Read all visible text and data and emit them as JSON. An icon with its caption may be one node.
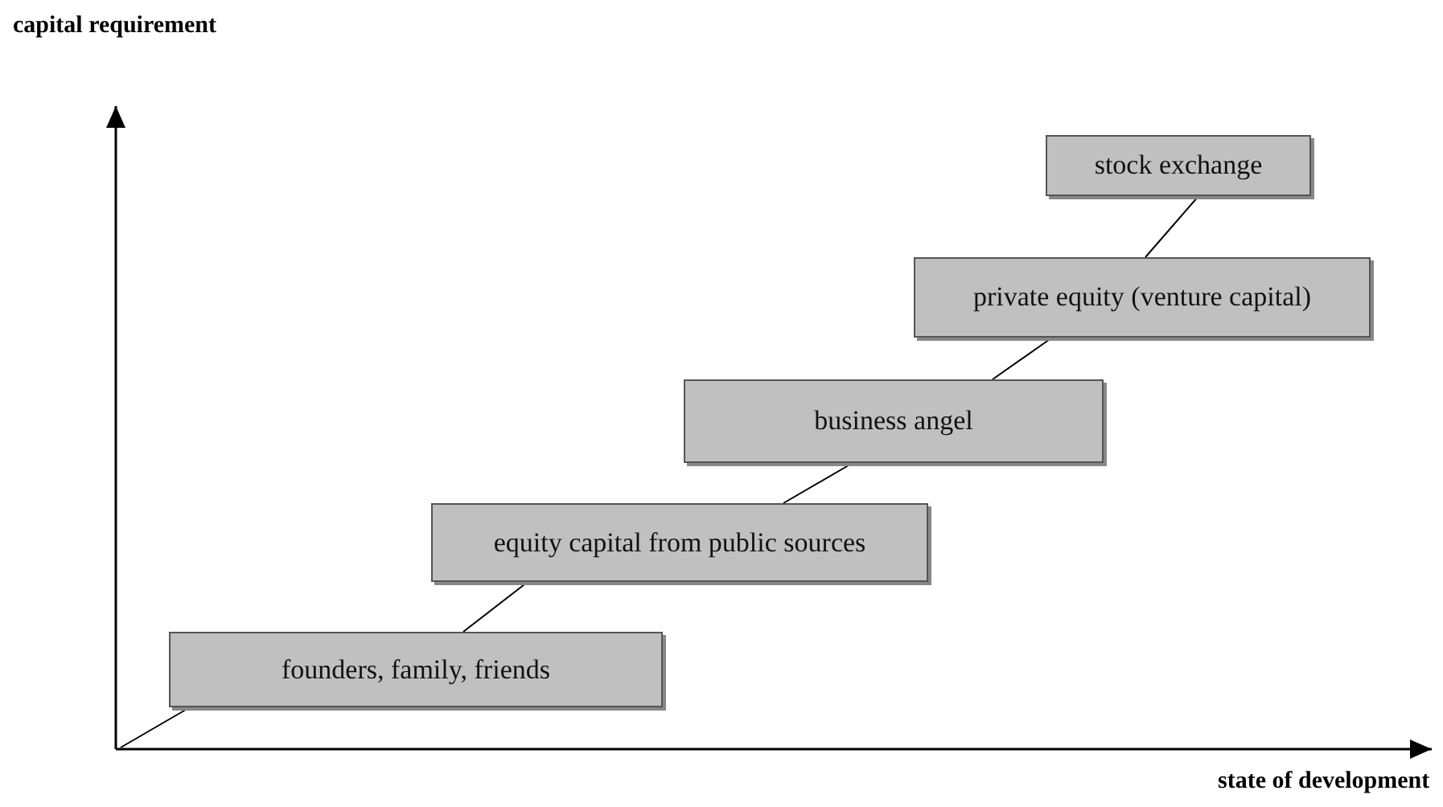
{
  "diagram": {
    "nodes": [
      {
        "text": [
          "founders, family, friends"
        ]
      },
      {
        "text": [
          "equity capital from public sources"
        ]
      },
      {
        "text": [
          "business angel"
        ]
      },
      {
        "text": [
          "private equity (venture capital)"
        ]
      },
      {
        "text": [
          "stock exchange"
        ]
      }
    ],
    "edges": [
      {
        "from": null,
        "to": 0,
        "arrow": "none"
      },
      {
        "from": 0,
        "to": 1,
        "arrow": "none"
      },
      {
        "from": 1,
        "to": 2,
        "arrow": "none"
      },
      {
        "from": 2,
        "to": 3,
        "arrow": "none"
      },
      {
        "from": 3,
        "to": 4,
        "arrow": "none"
      }
    ],
    "labels": [
      "capital requirement",
      "state of development"
    ]
  }
}
